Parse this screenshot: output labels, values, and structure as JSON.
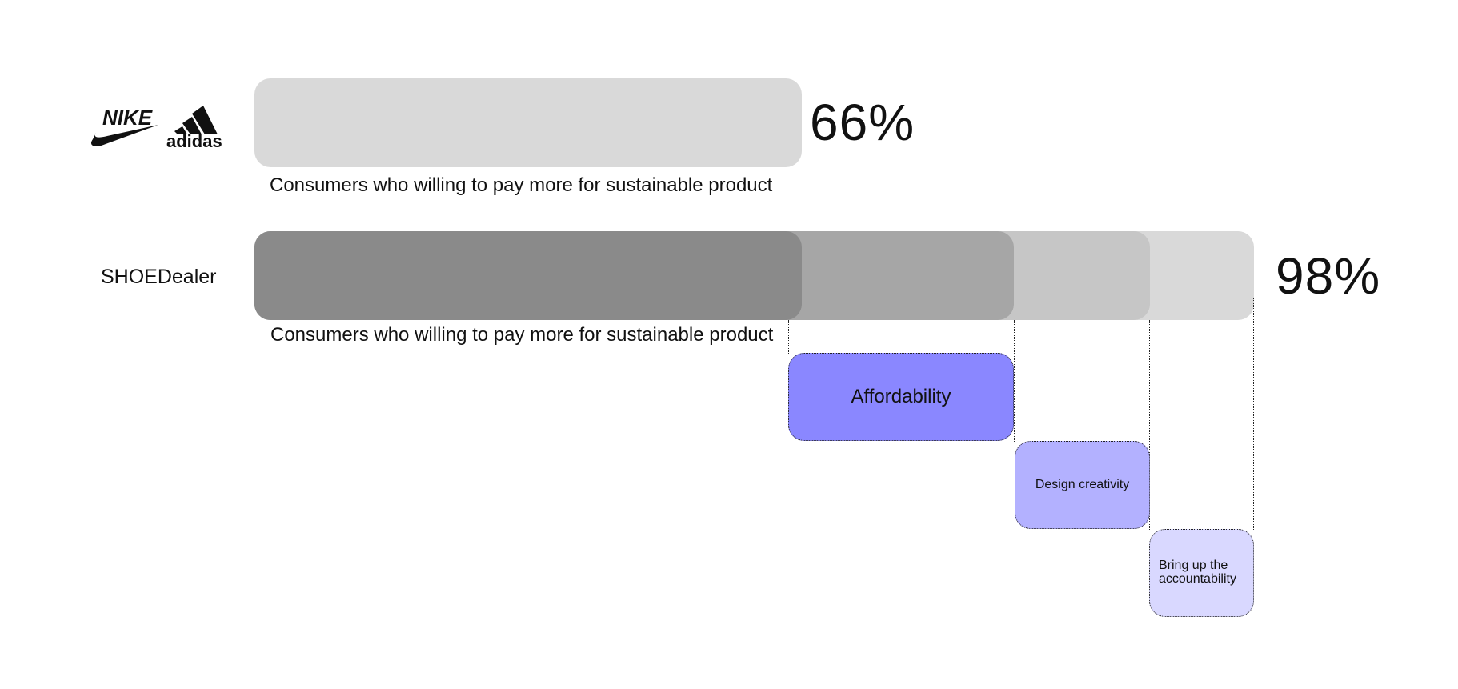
{
  "logos": {
    "nike_text": "NIKE",
    "adidas_text": "adidas"
  },
  "rows": [
    {
      "percent": "66%",
      "value": 66,
      "caption": "Consumers who willing to pay more for sustainable product"
    },
    {
      "label": "SHOEDealer",
      "percent": "98%",
      "value": 98,
      "caption": "Consumers who willing to pay more for sustainable product",
      "segment_colors": [
        "#8a8a8a",
        "#a6a6a6",
        "#c6c6c6",
        "#d9d9d9"
      ]
    }
  ],
  "factors": [
    {
      "label": "Affordability",
      "color": "#8a87ff"
    },
    {
      "label": "Design creativity",
      "color": "#b3b1ff"
    },
    {
      "label": "Bring up the accountability",
      "color": "#d9d8ff"
    }
  ],
  "colors": {
    "bar_light": "#d9d9d9"
  }
}
